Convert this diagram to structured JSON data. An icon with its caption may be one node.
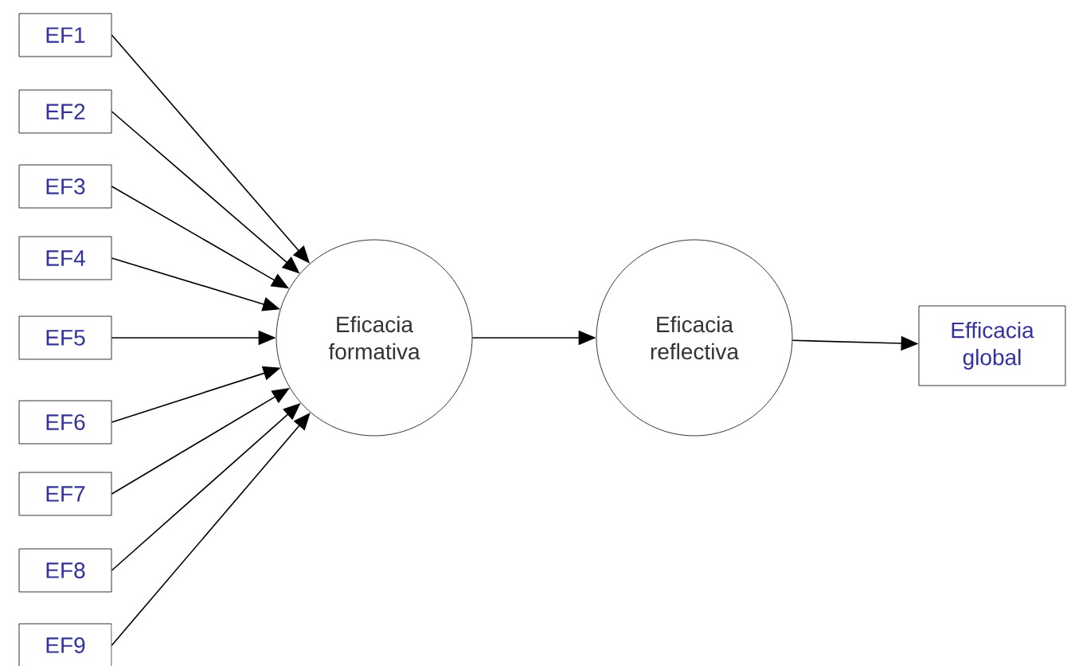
{
  "diagram": {
    "nodes": [
      {
        "text": [
          "EF1"
        ]
      },
      {
        "text": [
          "EF2"
        ]
      },
      {
        "text": [
          "EF3"
        ]
      },
      {
        "text": [
          "EF4"
        ]
      },
      {
        "text": [
          "EF5"
        ]
      },
      {
        "text": [
          "EF6"
        ]
      },
      {
        "text": [
          "EF7"
        ]
      },
      {
        "text": [
          "EF8"
        ]
      },
      {
        "text": [
          "EF9"
        ]
      },
      {
        "text": [
          "Eficacia formativa"
        ]
      },
      {
        "text": [
          "Eficacia reflectiva"
        ]
      },
      {
        "text": [
          "Efficacia global"
        ]
      }
    ],
    "edges": [
      {
        "from": 0,
        "to": 9,
        "arrow": "to"
      },
      {
        "from": 1,
        "to": 9,
        "arrow": "to"
      },
      {
        "from": 2,
        "to": 9,
        "arrow": "to"
      },
      {
        "from": 3,
        "to": 9,
        "arrow": "to"
      },
      {
        "from": 4,
        "to": 9,
        "arrow": "to"
      },
      {
        "from": 5,
        "to": 9,
        "arrow": "to"
      },
      {
        "from": 6,
        "to": 9,
        "arrow": "to"
      },
      {
        "from": 7,
        "to": 9,
        "arrow": "to"
      },
      {
        "from": 8,
        "to": 9,
        "arrow": "to"
      },
      {
        "from": 9,
        "to": 10,
        "arrow": "to"
      },
      {
        "from": 10,
        "to": 11,
        "arrow": "to"
      }
    ]
  }
}
